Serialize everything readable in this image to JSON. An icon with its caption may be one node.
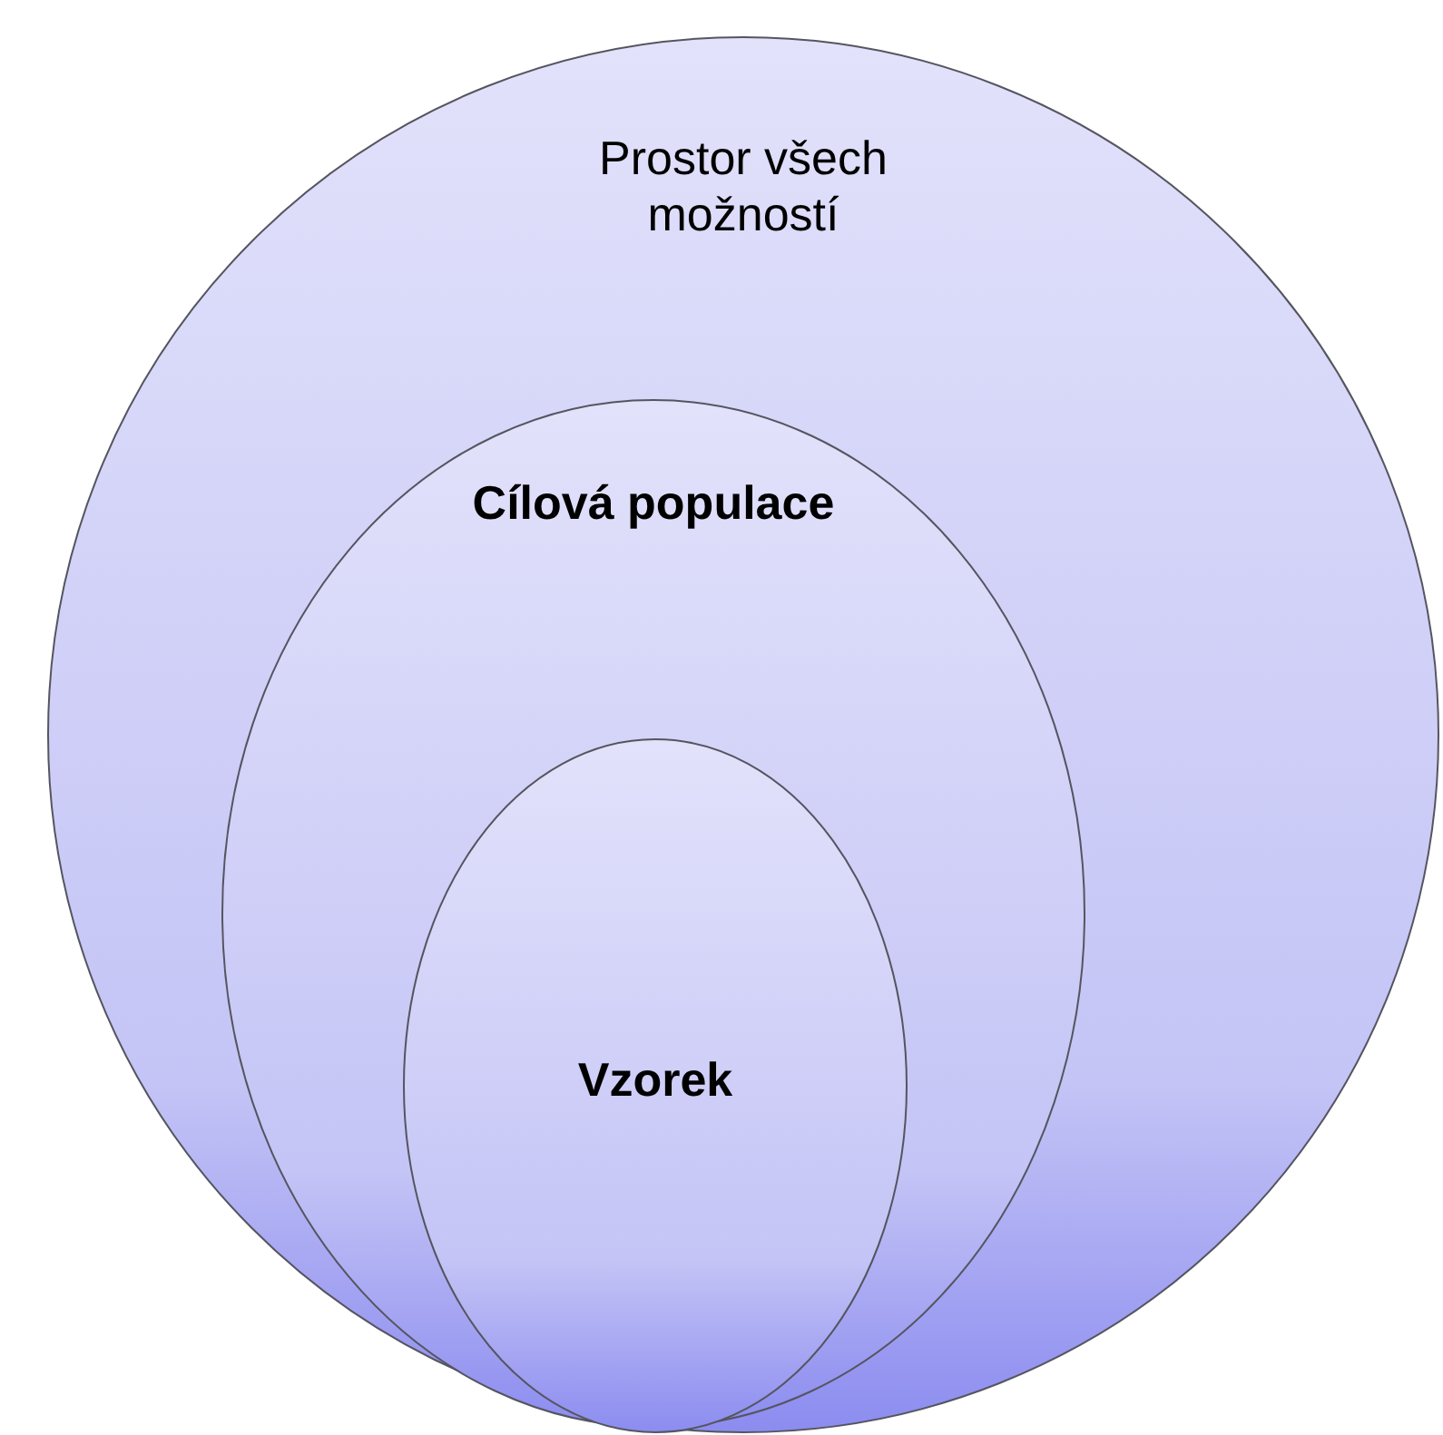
{
  "diagram": {
    "nodes": [
      {
        "text": [
          "Prostor všech možností"
        ]
      },
      {
        "text": [
          "Cílová populace"
        ],
        "in": 0
      },
      {
        "text": [
          "Vzorek"
        ],
        "in": 1
      }
    ]
  }
}
